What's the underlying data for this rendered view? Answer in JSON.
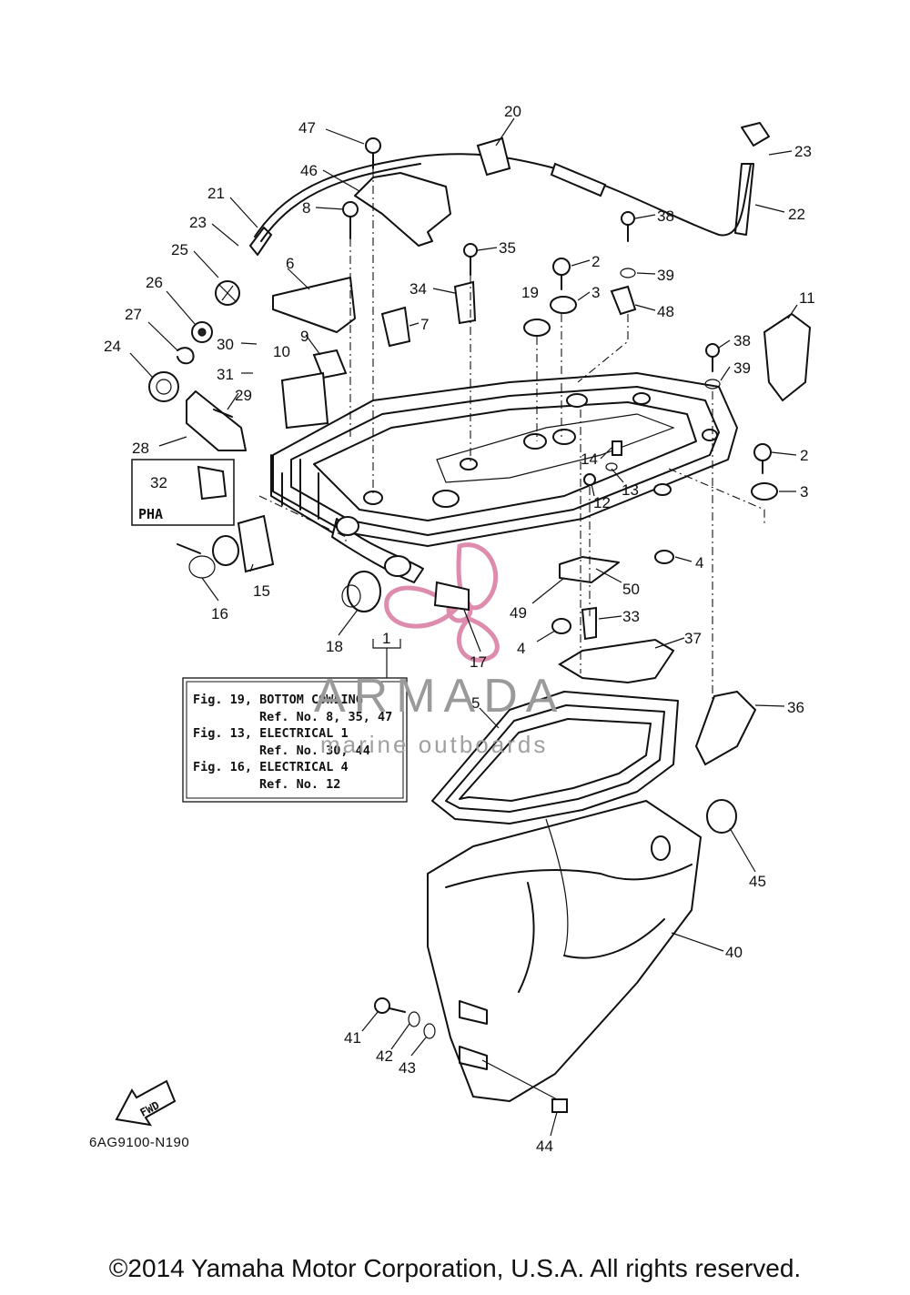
{
  "diagram": {
    "part_labels": [
      "47",
      "20",
      "23",
      "22",
      "46",
      "21",
      "8",
      "35",
      "38",
      "2",
      "39",
      "3",
      "48",
      "23",
      "25",
      "6",
      "34",
      "19",
      "7",
      "11",
      "26",
      "27",
      "9",
      "30",
      "10",
      "38",
      "24",
      "31",
      "39",
      "29",
      "14",
      "13",
      "2",
      "28",
      "12",
      "3",
      "32",
      "15",
      "4",
      "16",
      "18",
      "50",
      "49",
      "33",
      "17",
      "1",
      "4",
      "37",
      "36",
      "5",
      "45",
      "40",
      "41",
      "42",
      "43",
      "44"
    ],
    "inset_label": "PHA",
    "ref_note": [
      "Fig. 19, BOTTOM COWLING",
      "Ref. No. 8, 35, 47",
      "Fig. 13, ELECTRICAL 1",
      "Ref. No. 30, 44",
      "Fig. 16, ELECTRICAL 4",
      "Ref. No. 12"
    ],
    "fwd_label": "FWD",
    "diagram_code": "6AG9100-N190"
  },
  "watermark": {
    "title": "ARMADA",
    "subtitle": "marine outboards",
    "accent_color": "#d9799f"
  },
  "footer": {
    "copyright": "©2014 Yamaha Motor Corporation, U.S.A. All rights reserved."
  }
}
